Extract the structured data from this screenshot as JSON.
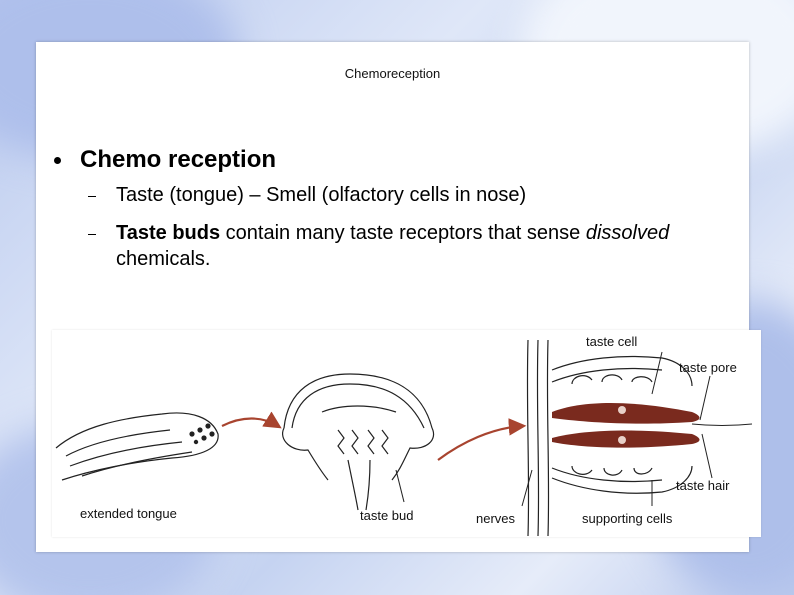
{
  "slide": {
    "header_title": "Chemoreception",
    "bullet": "Chemo reception",
    "sub_items": [
      {
        "text": "Taste (tongue) – Smell (olfactory cells in nose)"
      },
      {
        "bold": "Taste buds",
        "text": " contain many taste receptors that sense ",
        "italic": "dissolved",
        "tail": " chemicals."
      }
    ]
  },
  "figure": {
    "labels": {
      "extended_tongue": "extended tongue",
      "taste_bud": "taste bud",
      "nerves": "nerves",
      "supporting_cells": "supporting cells",
      "taste_cell": "taste cell",
      "taste_pore": "taste pore",
      "taste_hair": "taste hair"
    }
  },
  "colors": {
    "arrow": "#a8442f",
    "cell_dark": "#7a2a1e",
    "background": "#c9d6f0"
  }
}
